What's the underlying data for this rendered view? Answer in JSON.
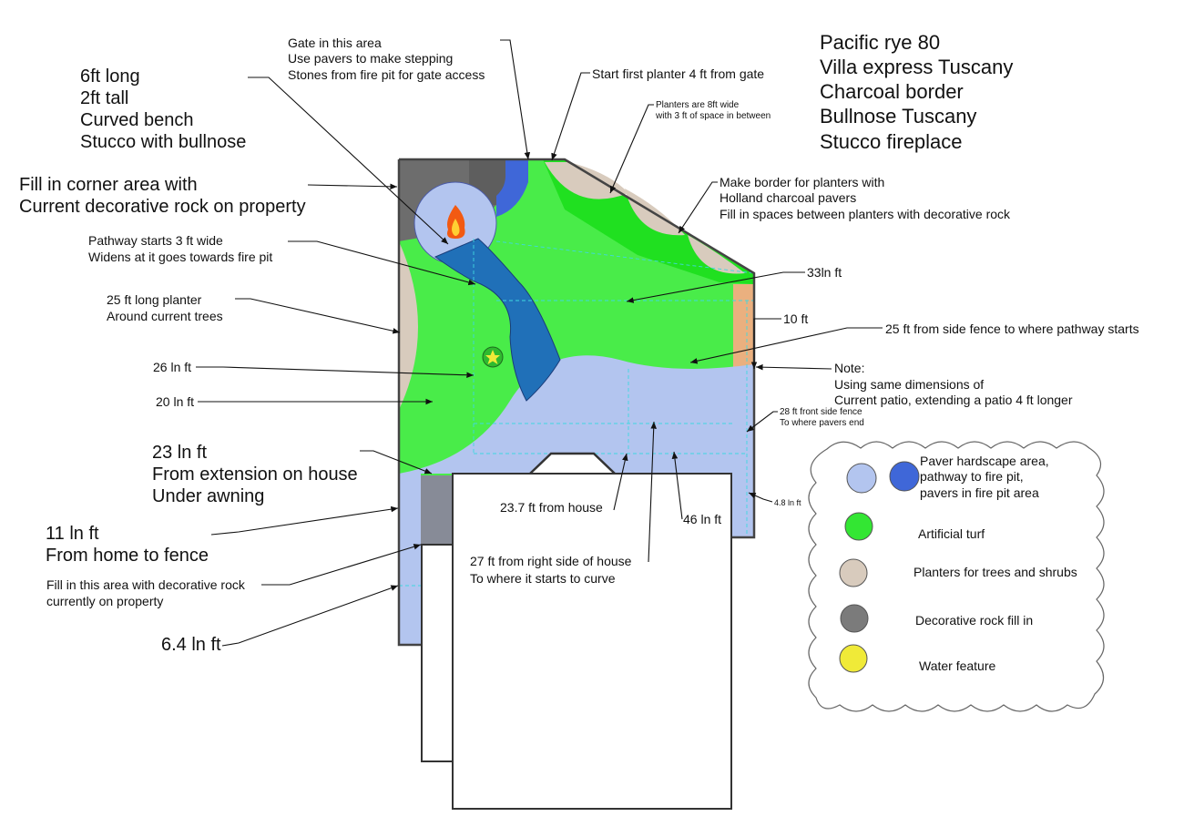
{
  "materials_list": [
    "Pacific rye 80",
    "Villa express Tuscany",
    "Charcoal border",
    "Bullnose Tuscany",
    "Stucco fireplace"
  ],
  "bench_note": [
    "6ft long",
    "2ft tall",
    "Curved bench",
    "Stucco with bullnose"
  ],
  "corner_note": [
    "Fill in corner area with",
    "Current decorative rock on property"
  ],
  "gate_note": [
    "Gate in this area",
    "Use pavers to make stepping",
    "Stones from fire pit for gate access"
  ],
  "first_planter_note": "Start first planter 4 ft from gate",
  "planter_width_note": [
    "Planters are 8ft wide",
    "with 3 ft of space in between"
  ],
  "border_note": [
    "Make border for planters with",
    "Holland charcoal pavers",
    "Fill in spaces between planters with decorative rock"
  ],
  "pathway_note": [
    "Pathway starts 3 ft wide",
    "Widens at it goes towards fire pit"
  ],
  "long_planter_note": [
    "25 ft long planter",
    "Around current trees"
  ],
  "dim_33": "33ln ft",
  "dim_10": "10 ft",
  "side_fence_note": "25 ft from side fence to where pathway starts",
  "dim_26": "26 ln ft",
  "dim_20": "20 ln ft",
  "patio_note": [
    "Note:",
    "Using same dimensions of",
    "Current patio, extending a patio 4 ft longer"
  ],
  "front_fence_note": [
    "28 ft front side fence",
    "To where pavers end"
  ],
  "dim_23": [
    "23 ln ft",
    "From extension on house",
    "Under awning"
  ],
  "dim_11": [
    "11 ln ft",
    "From home to fence"
  ],
  "fill_rock_note": [
    "Fill in this area with decorative rock",
    " currently on property"
  ],
  "dim_64": "6.4 ln ft",
  "dim_237": "23.7 ft from house",
  "dim_46": "46 ln ft",
  "dim_48": "4.8 ln ft",
  "curve_note": [
    "27 ft from right side of house",
    "To where it starts to curve"
  ],
  "legend": {
    "items": [
      {
        "label": [
          "Paver hardscape area,",
          "pathway to fire pit,",
          "pavers in fire pit area"
        ],
        "colors": [
          "#b3c5ef",
          "#3f67d8"
        ]
      },
      {
        "label": [
          "Artificial turf"
        ],
        "colors": [
          "#33e633"
        ]
      },
      {
        "label": [
          "Planters for trees and shrubs"
        ],
        "colors": [
          "#d8cbbd"
        ]
      },
      {
        "label": [
          "Decorative rock fill in"
        ],
        "colors": [
          "#7b7b7b"
        ]
      },
      {
        "label": [
          "Water feature"
        ],
        "colors": [
          "#f0ea38"
        ]
      }
    ]
  },
  "colors": {
    "turf": "#49ec49",
    "turf_bright": "#20e020",
    "paver": "#b3c5ef",
    "pathway": "#2070b8",
    "planter": "#d8cbbd",
    "rock": "#6d6d6d",
    "fence_strip": "#eab07f"
  }
}
